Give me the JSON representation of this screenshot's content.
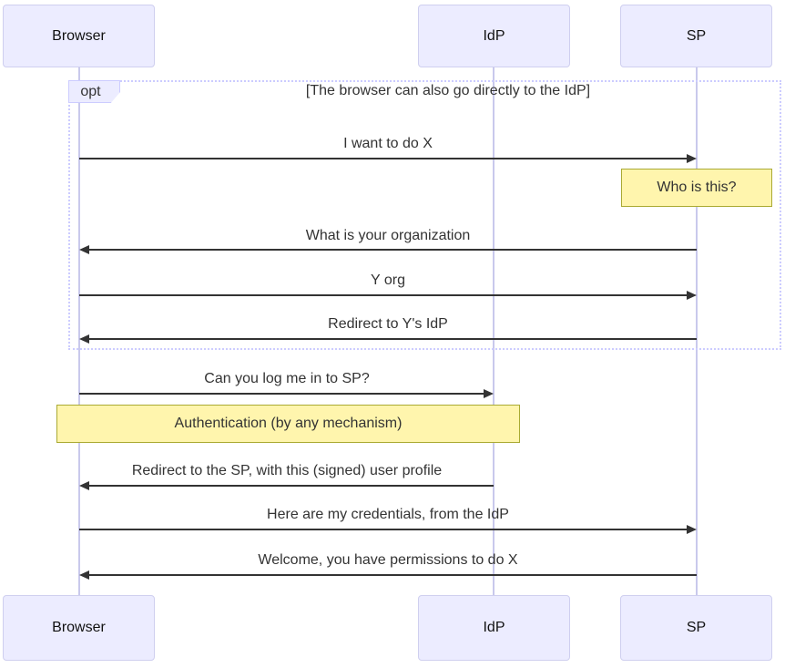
{
  "diagram": {
    "type": "sequence",
    "actors": [
      {
        "name": "Browser"
      },
      {
        "name": "IdP"
      },
      {
        "name": "SP"
      }
    ],
    "frame": {
      "label": "opt",
      "guard": "[The browser can also go directly to the IdP]"
    },
    "messages": [
      {
        "from": "Browser",
        "to": "SP",
        "label": "I want to do X"
      },
      {
        "from": "SP",
        "to": "Browser",
        "label": "What is your organization"
      },
      {
        "from": "Browser",
        "to": "SP",
        "label": "Y org"
      },
      {
        "from": "SP",
        "to": "Browser",
        "label": "Redirect to Y's IdP"
      },
      {
        "from": "Browser",
        "to": "IdP",
        "label": "Can you log me in to SP?"
      },
      {
        "from": "IdP",
        "to": "Browser",
        "label": "Redirect to the SP, with this (signed) user profile"
      },
      {
        "from": "Browser",
        "to": "SP",
        "label": "Here are my credentials, from the IdP"
      },
      {
        "from": "SP",
        "to": "Browser",
        "label": "Welcome, you have permissions to do X"
      }
    ],
    "notes": [
      {
        "over": "SP",
        "label": "Who is this?"
      },
      {
        "over": "Browser,IdP",
        "label": "Authentication (by any mechanism)"
      }
    ],
    "colors": {
      "actor_fill": "#ECECFF",
      "actor_border": "#CFCFEF",
      "lifeline": "#C9C9EC",
      "frame_border": "#CCCCFF",
      "note_fill": "#FFF5AD",
      "note_border": "#AAAA33",
      "arrow": "#333333",
      "text": "#333333"
    }
  }
}
